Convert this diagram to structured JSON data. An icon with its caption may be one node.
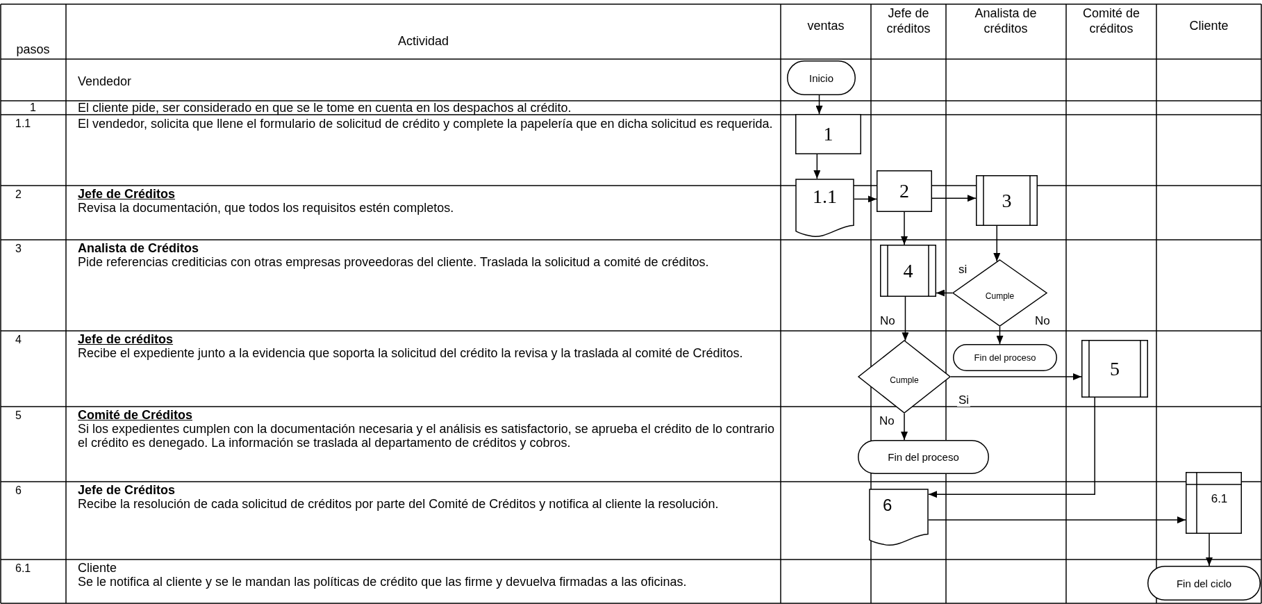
{
  "diagram": {
    "nodes": [
      {
        "text": [
          "Inicio"
        ]
      },
      {
        "text": [
          "1"
        ]
      },
      {
        "text": [
          "1.1"
        ]
      },
      {
        "text": [
          "2"
        ]
      },
      {
        "text": [
          "3"
        ]
      },
      {
        "text": [
          "4"
        ]
      },
      {
        "text": [
          "Cumple"
        ]
      },
      {
        "text": [
          "Fin del proceso"
        ]
      },
      {
        "text": [
          "Cumple"
        ]
      },
      {
        "text": [
          "5"
        ]
      },
      {
        "text": [
          "Fin del proceso"
        ]
      },
      {
        "text": [
          "6"
        ]
      },
      {
        "text": [
          "6.1"
        ]
      },
      {
        "text": [
          "Fin del ciclo"
        ]
      }
    ],
    "edges": [
      {
        "from": 0,
        "to": 1,
        "arrow": "to"
      },
      {
        "from": 1,
        "to": 2,
        "arrow": "to"
      },
      {
        "from": 2,
        "to": 3,
        "arrow": "to"
      },
      {
        "from": 3,
        "to": 4,
        "arrow": "to"
      },
      {
        "from": 3,
        "to": 5,
        "arrow": "to"
      },
      {
        "from": 4,
        "to": 6,
        "arrow": "to"
      },
      {
        "from": 6,
        "to": 5,
        "arrow": "to",
        "label": "si"
      },
      {
        "from": 6,
        "to": 7,
        "arrow": "to",
        "label": "No"
      },
      {
        "from": 5,
        "to": 8,
        "arrow": "to",
        "label": "No"
      },
      {
        "from": 8,
        "to": 9,
        "arrow": "to",
        "label": "Si"
      },
      {
        "from": 8,
        "to": 10,
        "arrow": "to",
        "label": "No"
      },
      {
        "from": 9,
        "to": 11,
        "arrow": "to"
      },
      {
        "from": 11,
        "to": 12,
        "arrow": "to"
      },
      {
        "from": 12,
        "to": 13,
        "arrow": "to"
      }
    ],
    "labels": [
      "pasos",
      "Actividad",
      "ventas",
      "Jefe de créditos",
      "Analista de créditos",
      "Comité de créditos",
      "Cliente",
      "Vendedor",
      "1",
      "El cliente pide, ser considerado en que se le tome en cuenta en los despachos al crédito.",
      "1.1",
      "El vendedor, solicita que llene el formulario de solicitud de crédito y complete la papelería que en dicha solicitud es requerida.",
      "2",
      "Jefe de Créditos",
      "Revisa la documentación, que todos los requisitos estén completos.",
      "3",
      "Analista de Créditos",
      "Pide referencias crediticias con otras empresas proveedoras del cliente. Traslada la solicitud a comité de créditos.",
      "4",
      "Jefe de créditos",
      "Recibe el expediente junto a la evidencia que soporta la solicitud del crédito la revisa y la traslada al comité de Créditos.",
      "5",
      "Comité de Créditos",
      "Si los expedientes cumplen con la documentación necesaria y el análisis es satisfactorio, se aprueba el crédito de lo contrario el crédito es denegado. La información se traslada al departamento de créditos y cobros.",
      "6",
      "Jefe de Créditos",
      "Recibe la resolución de cada solicitud de créditos por parte del Comité de Créditos y notifica al cliente la resolución.",
      "6.1",
      "Cliente",
      "Se le notifica al cliente y se le mandan las políticas de crédito que las firme y devuelva firmadas a las oficinas."
    ]
  }
}
